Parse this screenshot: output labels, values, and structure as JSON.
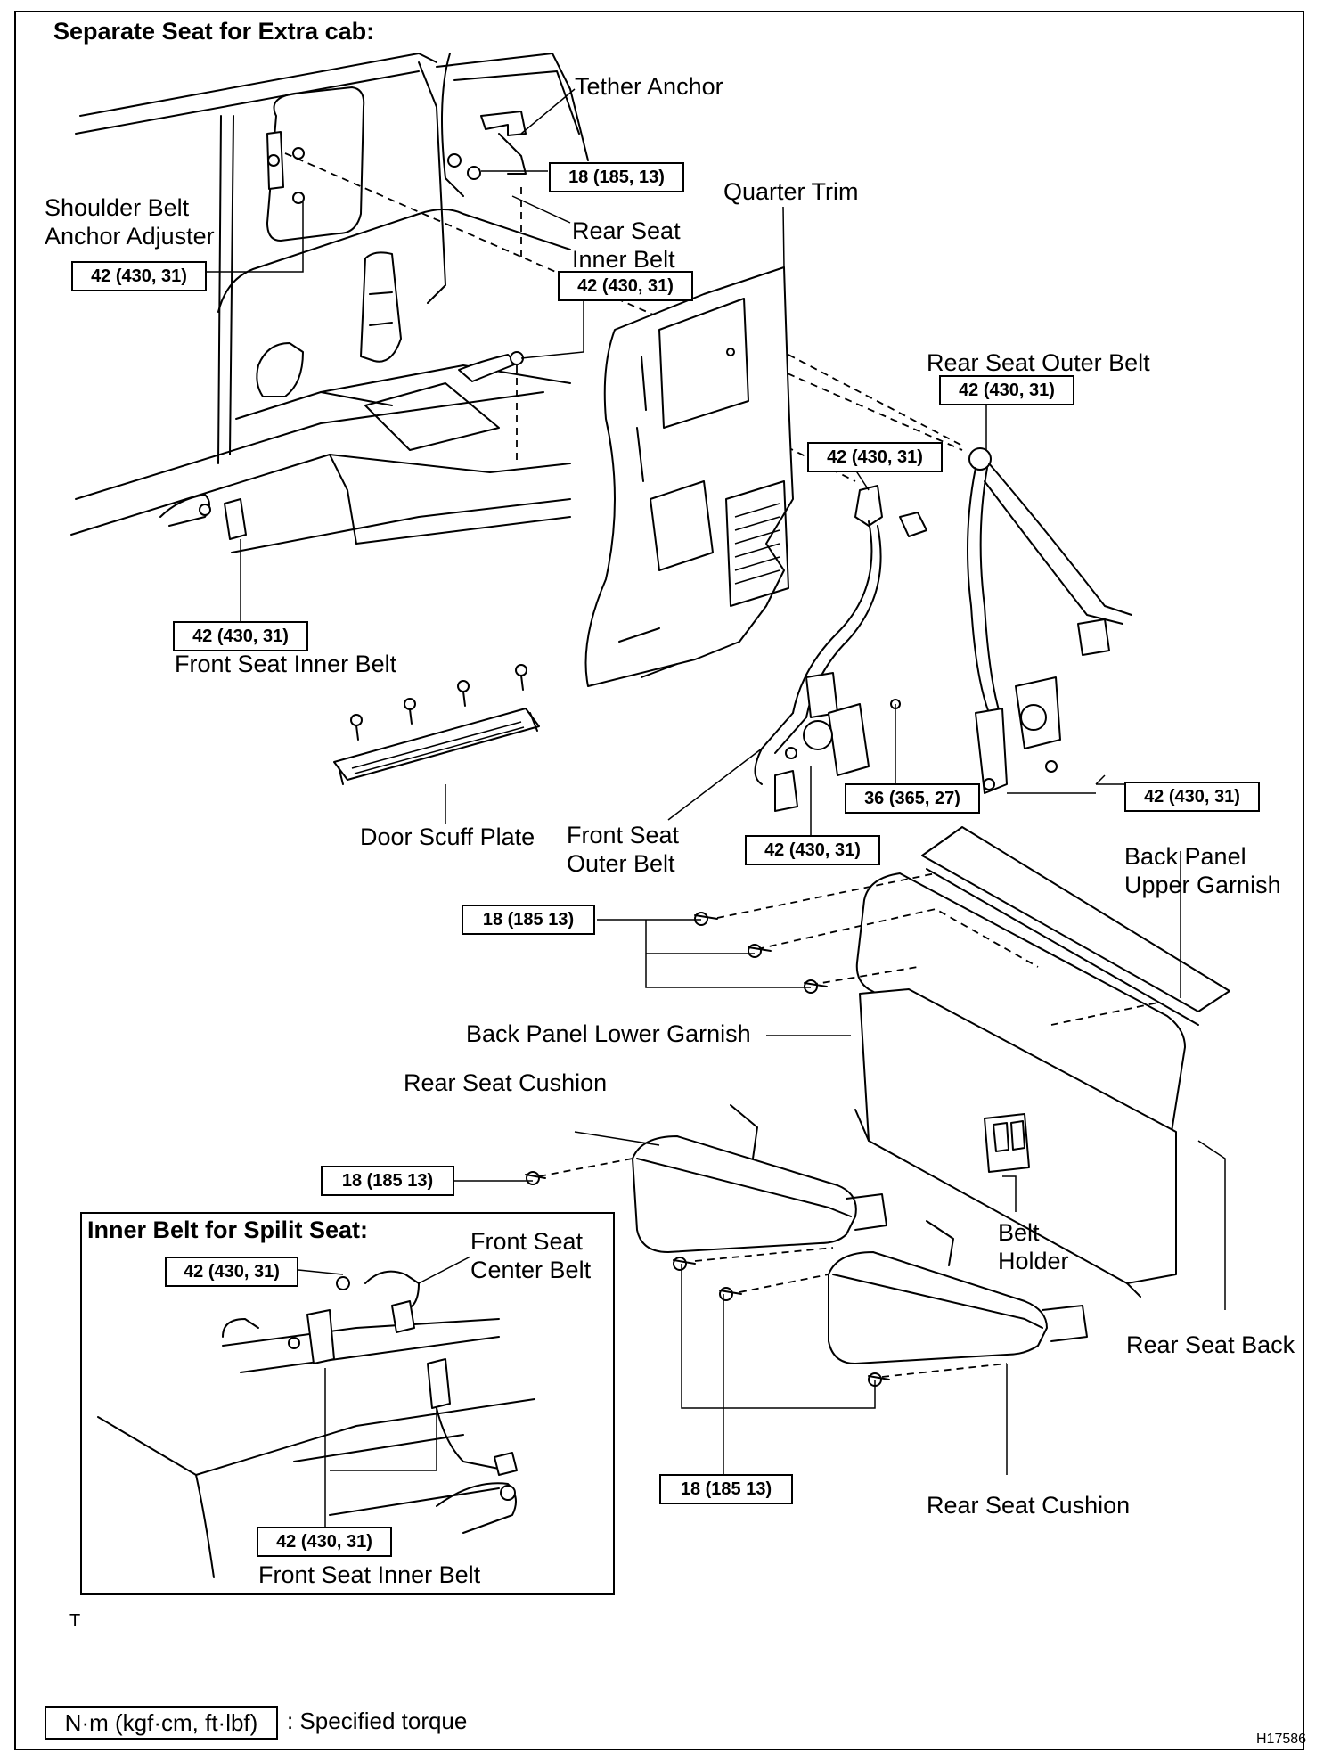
{
  "title": "Separate Seat for Extra cab:",
  "inset_title": "Inner Belt for Spilit Seat:",
  "parts": {
    "tether_anchor": "Tether Anchor",
    "shoulder_belt_anchor_adjuster_1": "Shoulder Belt",
    "shoulder_belt_anchor_adjuster_2": "Anchor Adjuster",
    "quarter_trim": "Quarter Trim",
    "rear_seat_inner_belt_1": "Rear Seat",
    "rear_seat_inner_belt_2": "Inner Belt",
    "rear_seat_outer_belt": "Rear Seat Outer Belt",
    "front_seat_inner_belt": "Front Seat Inner Belt",
    "door_scuff_plate": "Door Scuff Plate",
    "front_seat_outer_belt_1": "Front Seat",
    "front_seat_outer_belt_2": "Outer Belt",
    "back_panel_upper_garnish_1": "Back Panel",
    "back_panel_upper_garnish_2": "Upper Garnish",
    "back_panel_lower_garnish": "Back Panel Lower Garnish",
    "rear_seat_cushion_top": "Rear Seat Cushion",
    "belt_holder_1": "Belt",
    "belt_holder_2": "Holder",
    "rear_seat_back": "Rear Seat Back",
    "rear_seat_cushion_bottom": "Rear Seat Cushion",
    "front_seat_center_belt_1": "Front Seat",
    "front_seat_center_belt_2": "Center Belt",
    "inset_front_seat_inner_belt": "Front Seat Inner Belt"
  },
  "torques": {
    "tether_anchor": "18 (185, 13)",
    "shoulder_adjuster": "42 (430, 31)",
    "rear_inner_belt": "42 (430, 31)",
    "rear_outer_belt": "42 (430, 31)",
    "front_outer_upper": "42 (430, 31)",
    "front_inner_belt": "42 (430, 31)",
    "front_outer_retractor": "36 (365, 27)",
    "rear_outer_lower": "42 (430, 31)",
    "front_outer_lower": "42 (430, 31)",
    "back_panel": "18 (185 13)",
    "cushion_top": "18 (185 13)",
    "cushion_bottom": "18 (185 13)",
    "inset_center_belt": "42 (430, 31)",
    "inset_inner_belt": "42 (430, 31)"
  },
  "marker": "T",
  "legend": {
    "unit": "N·m (kgf·cm, ft·lbf)",
    "description": ": Specified torque"
  },
  "figure_id": "H17586"
}
